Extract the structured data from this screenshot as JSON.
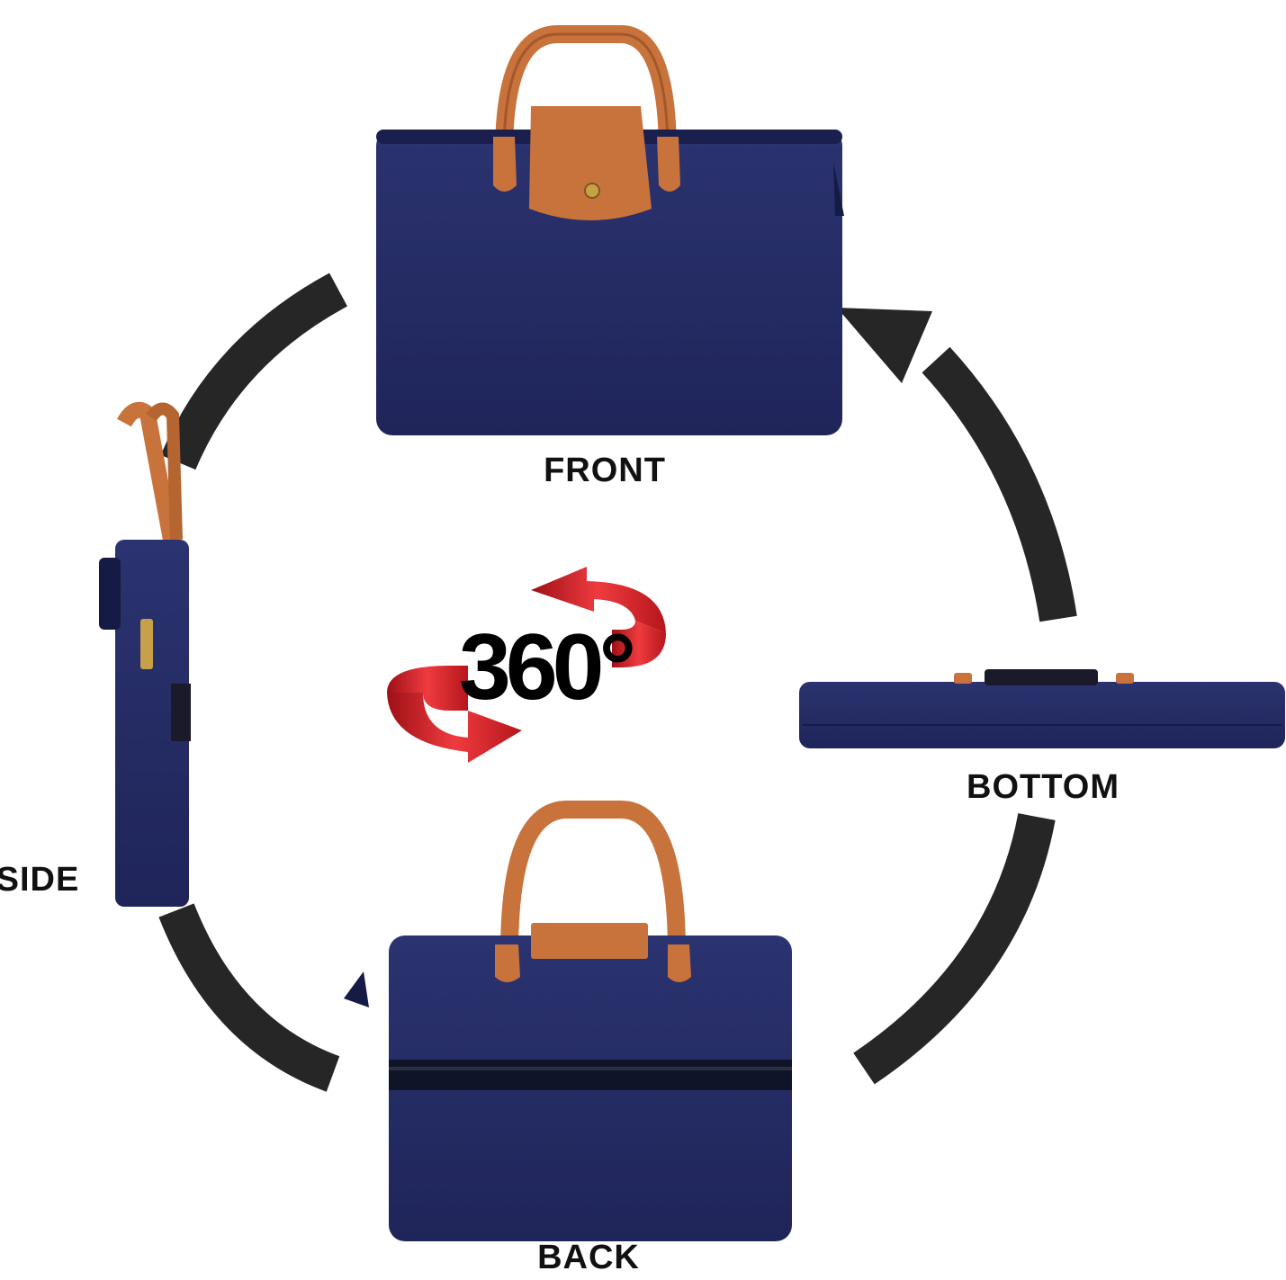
{
  "labels": {
    "front": "FRONT",
    "bottom": "BOTTOM",
    "side": "SIDE",
    "back": "BACK"
  },
  "badge": {
    "text": "360°"
  },
  "colors": {
    "bag_navy": "#232a63",
    "bag_navy_dark": "#161b45",
    "leather_brown": "#c8733c",
    "leather_dark": "#8a4520",
    "arrow_black": "#262626",
    "rotate_red": "#d8232a"
  },
  "icons": [
    "rotation-arrow-icon",
    "circular-arrow-icon"
  ]
}
